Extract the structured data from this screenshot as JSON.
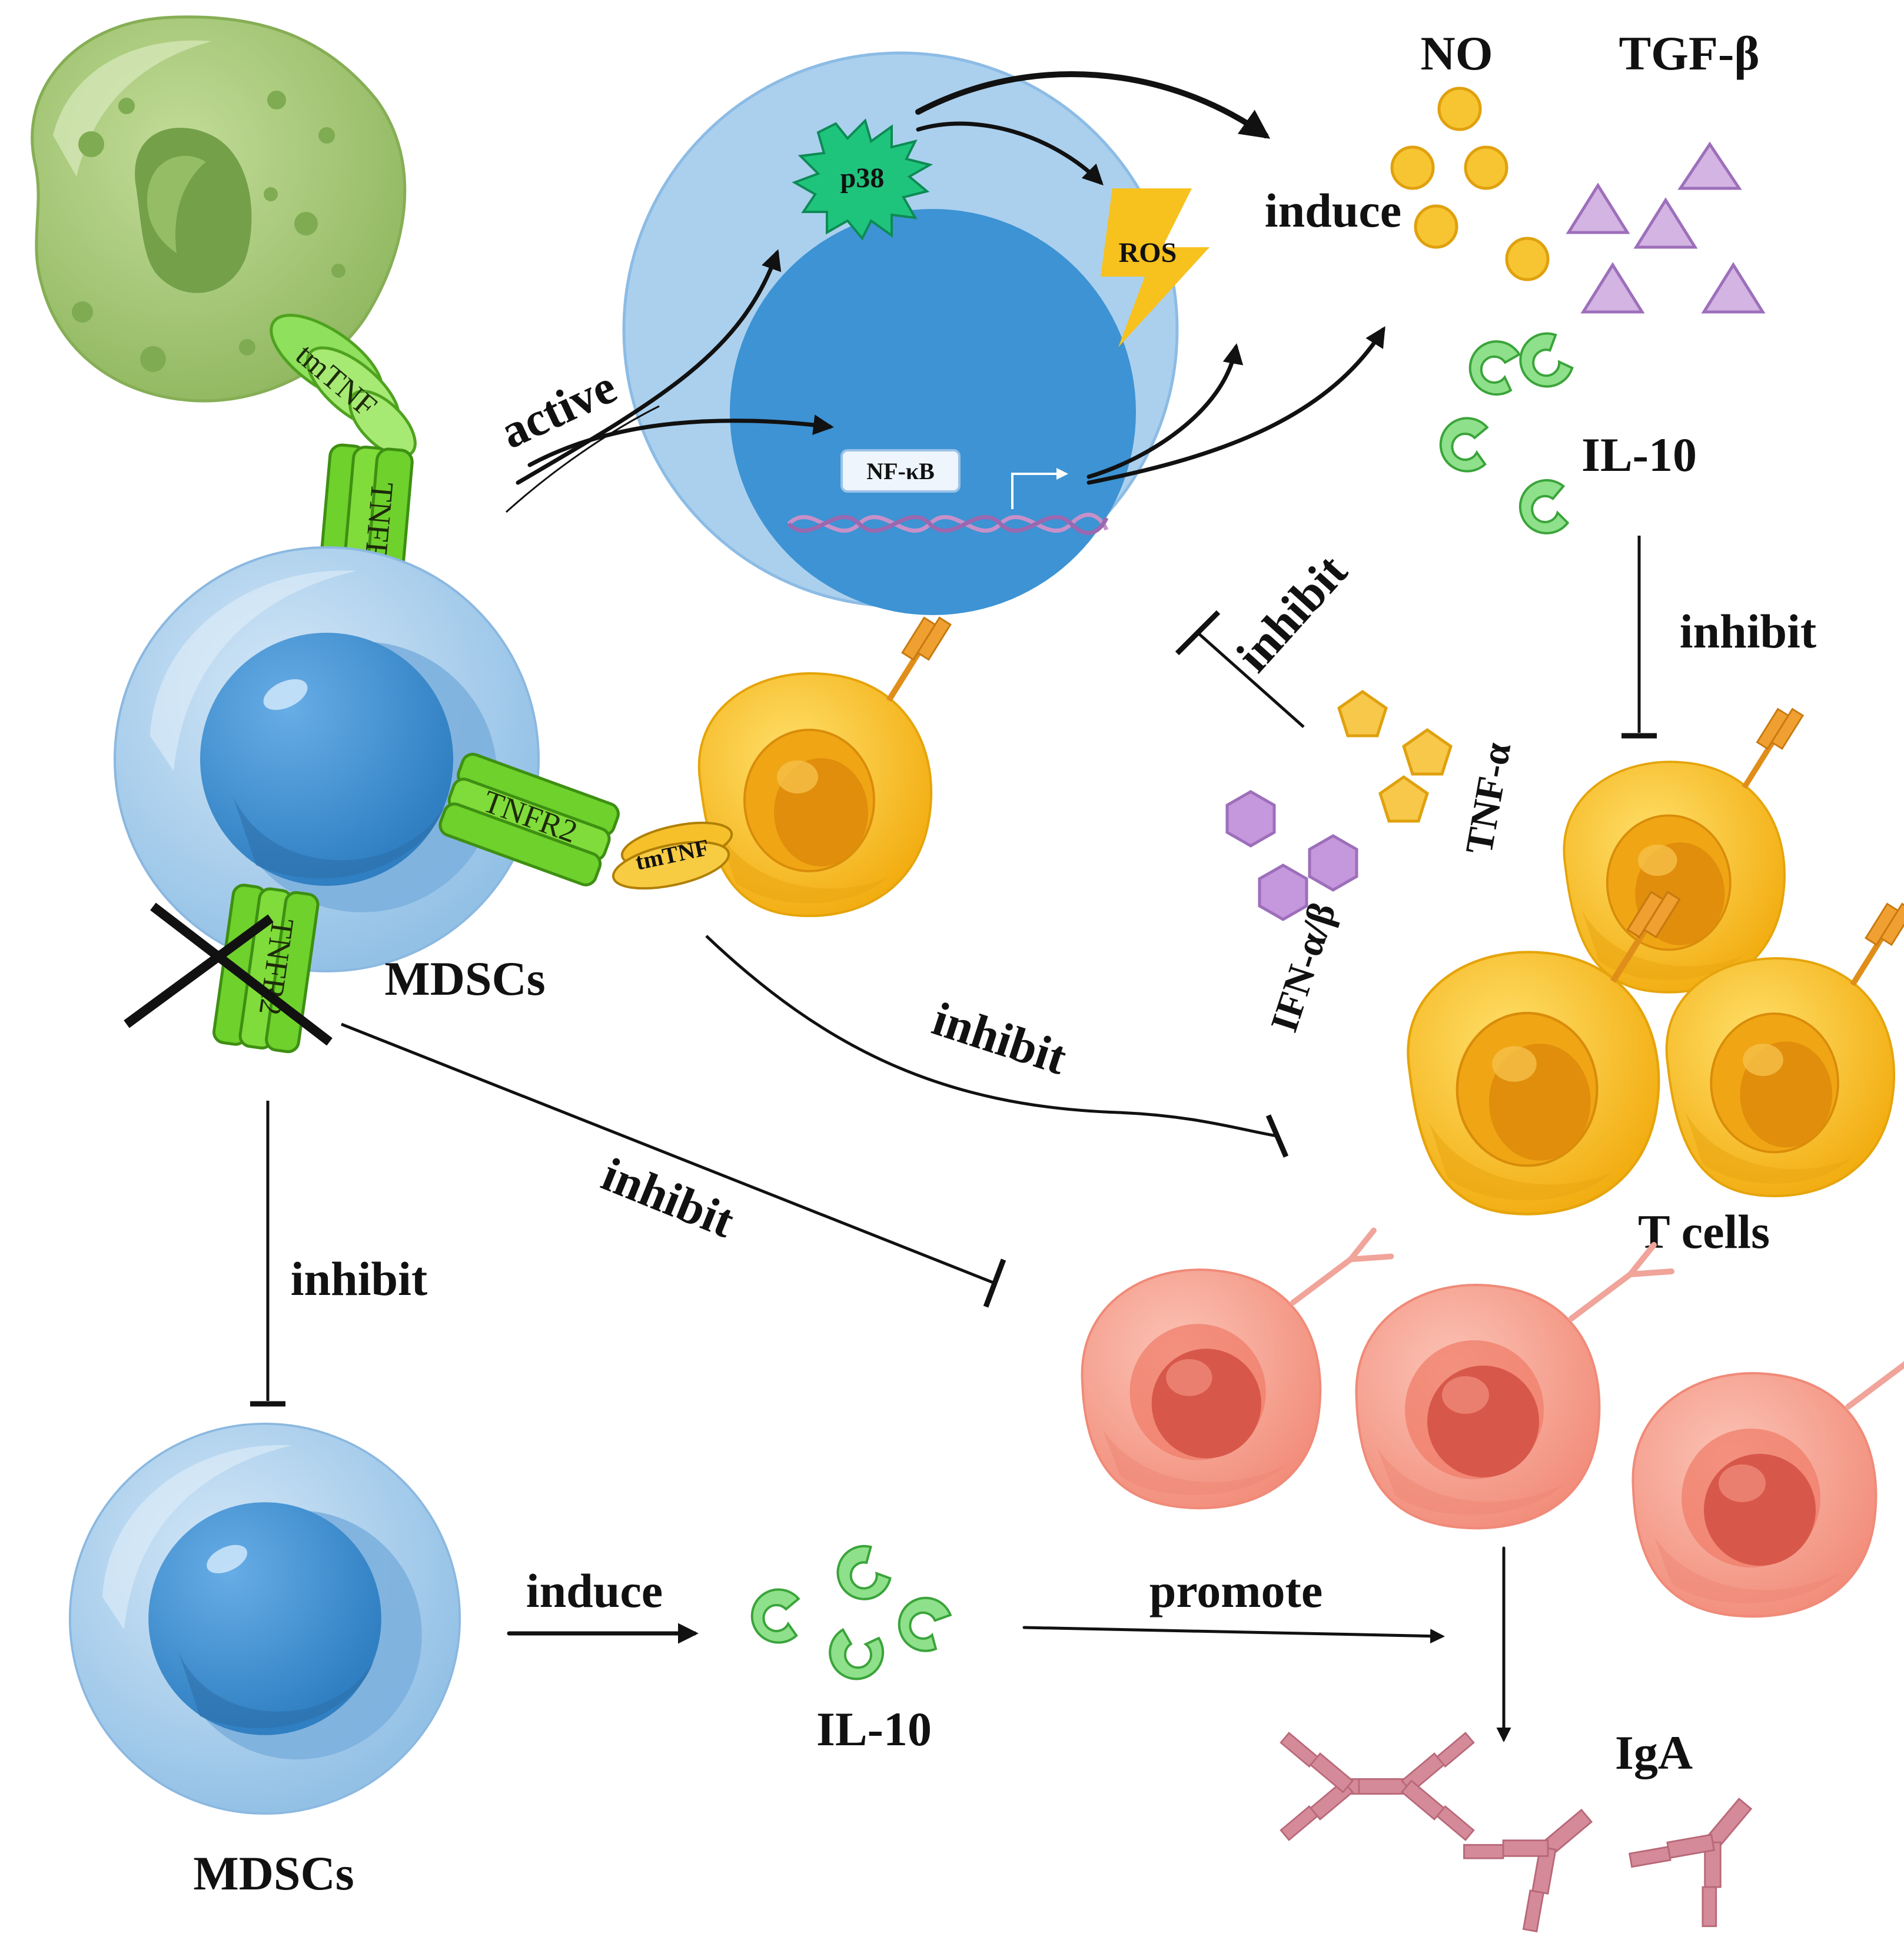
{
  "labels": {
    "active": "active",
    "p38": "p38",
    "ros": "ROS",
    "nfkb": "NF-κB",
    "induce_top": "induce",
    "no": "NO",
    "tgfb": "TGF-β",
    "il10_top": "IL-10",
    "inhibit_right": "inhibit",
    "inhibit_center": "inhibit",
    "tnfa": "TNF-α",
    "ifn": "IFN-α/β",
    "inhibit_tcells": "inhibit",
    "tcells": "T cells",
    "mdsc_center": "MDSCs",
    "inhibit_bcells": "inhibit",
    "inhibit_down": "inhibit",
    "mdsc_bottom": "MDSCs",
    "induce_bottom": "induce",
    "il10_bottom": "IL-10",
    "promote": "promote",
    "iga": "IgA",
    "tmtnf_top": "tmTNF",
    "tnfr2_top": "TNFR2",
    "tnfr2_right": "TNFR2",
    "tmtnf_right": "tmTNF",
    "tnfr2_bottom": "TNFR2"
  },
  "colors": {
    "macrophage": "#a8c878",
    "mdsc": "#a9cdea",
    "nucleus": "#3d8fd1",
    "receptor": "#6ed12c",
    "tcell": "#f5bf1f",
    "bcell": "#f6a090",
    "no": "#f7c531",
    "tgfb": "#c8a6d8",
    "il10": "#7ed67e",
    "tnfa": "#f7c84a",
    "ifn": "#b98bd0",
    "iga": "#c87a88",
    "ros": "#f7c11e",
    "p38": "#1fc47c"
  },
  "icons": [
    "macrophage-cell",
    "mdsc-cell",
    "t-cell",
    "b-cell",
    "dna-helix",
    "lightning-bolt",
    "antibody",
    "starburst"
  ]
}
